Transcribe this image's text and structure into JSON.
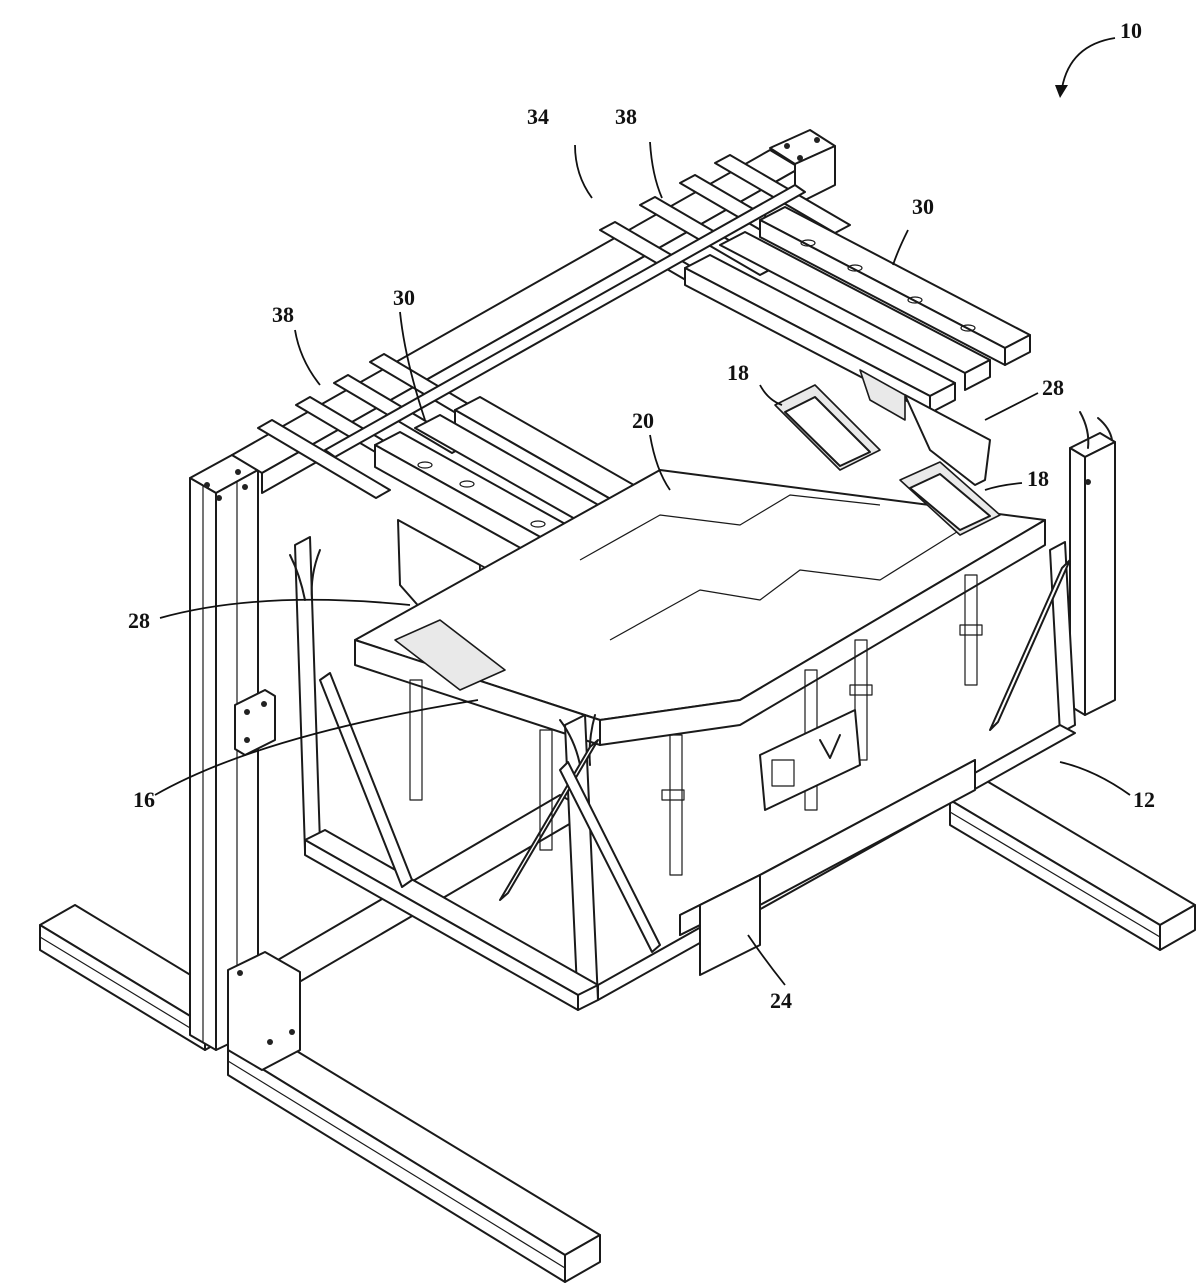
{
  "figure": {
    "colors": {
      "line": "#1a1a1a",
      "background": "#ffffff"
    },
    "reference_numerals": [
      {
        "id": "ref-10",
        "text": "10"
      },
      {
        "id": "ref-34",
        "text": "34"
      },
      {
        "id": "ref-38-top",
        "text": "38"
      },
      {
        "id": "ref-30-right",
        "text": "30"
      },
      {
        "id": "ref-38-left",
        "text": "38"
      },
      {
        "id": "ref-30-left",
        "text": "30"
      },
      {
        "id": "ref-18-left",
        "text": "18"
      },
      {
        "id": "ref-20",
        "text": "20"
      },
      {
        "id": "ref-28-right",
        "text": "28"
      },
      {
        "id": "ref-18-right",
        "text": "18"
      },
      {
        "id": "ref-28-left",
        "text": "28"
      },
      {
        "id": "ref-16",
        "text": "16"
      },
      {
        "id": "ref-12",
        "text": "12"
      },
      {
        "id": "ref-24",
        "text": "24"
      }
    ]
  }
}
